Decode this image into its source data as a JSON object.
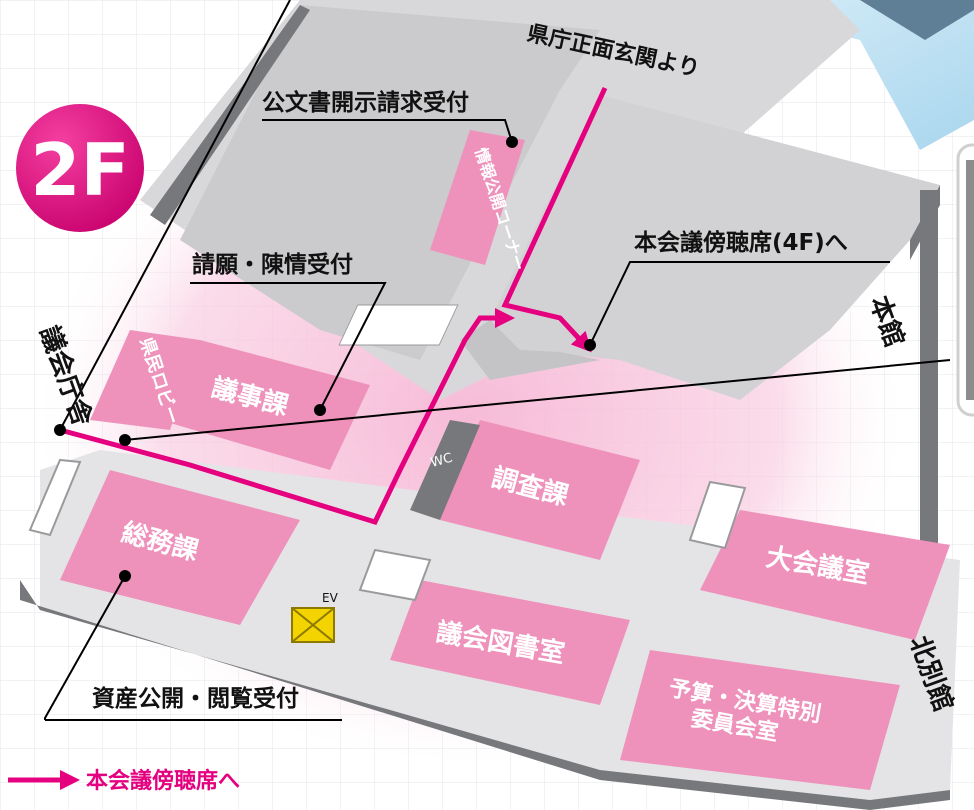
{
  "floor": {
    "label": "2F"
  },
  "buildings": {
    "main": "本館",
    "north_annex": "北別館",
    "assembly": "議会庁舎"
  },
  "entrance_label": "県庁正面玄関より",
  "rooms": {
    "lobby": "県民ロビー",
    "proceedings": "議事課",
    "info_corner": "情報公開コーナー",
    "general_affairs": "総務課",
    "research": "調査課",
    "library": "議会図書室",
    "big_hall": "大会議室",
    "budget_line1": "予算・決算特別",
    "budget_line2": "委員会室",
    "wc": "WC",
    "ev": "EV"
  },
  "callouts": {
    "public_docs": "公文書開示請求受付",
    "petition": "請願・陳情受付",
    "gallery": "本会議傍聴席(4F)へ",
    "assets": "資産公開・閲覧受付"
  },
  "legend": {
    "route": "本会議傍聴席へ"
  },
  "colors": {
    "room_pink": "#EE92BC",
    "route": "#E4007F",
    "wall": "#D8D8DA",
    "side": "#77787B"
  }
}
